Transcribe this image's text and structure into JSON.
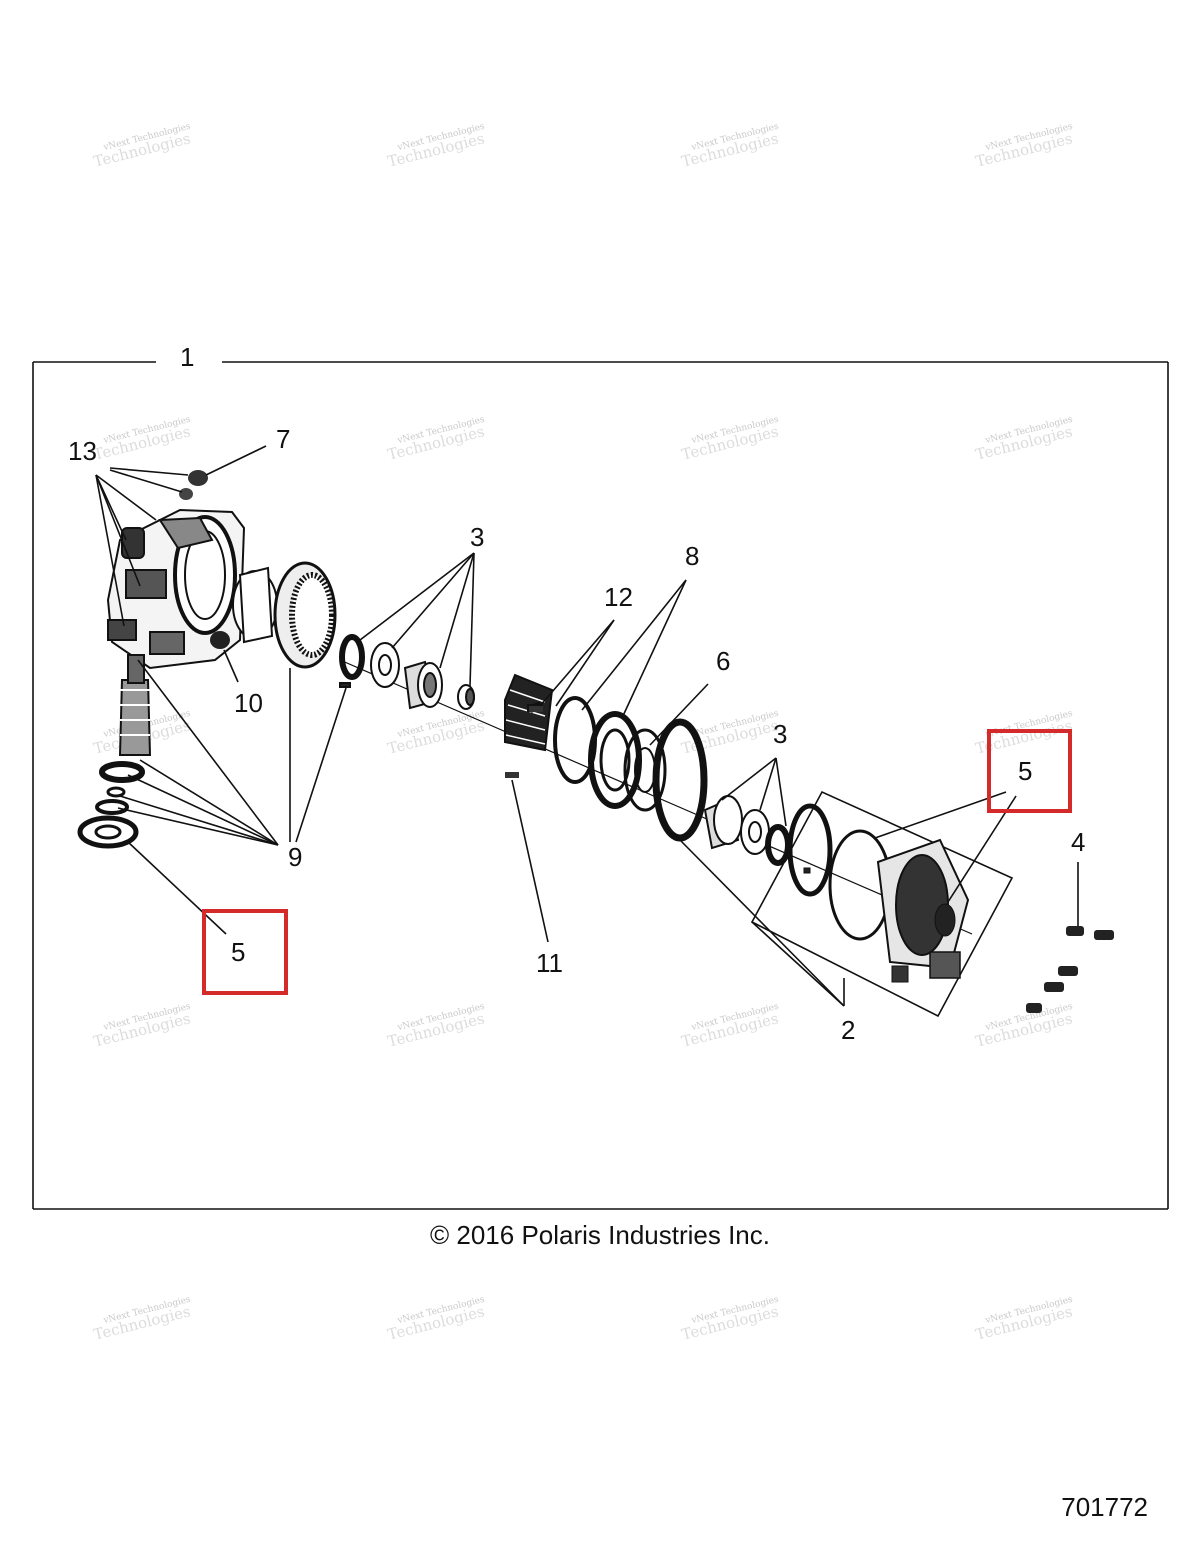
{
  "diagram": {
    "frame_label": "1",
    "callouts": [
      "13",
      "7",
      "3",
      "12",
      "8",
      "6",
      "10",
      "9",
      "11",
      "3",
      "5",
      "4",
      "2",
      "5"
    ],
    "highlight_color": "#d42a2a",
    "line_color": "#111111"
  },
  "watermark": {
    "line1": "vNext Technologies",
    "line2": "Technologies"
  },
  "copyright": "© 2016 Polaris Industries Inc.",
  "figure_number": "701772"
}
